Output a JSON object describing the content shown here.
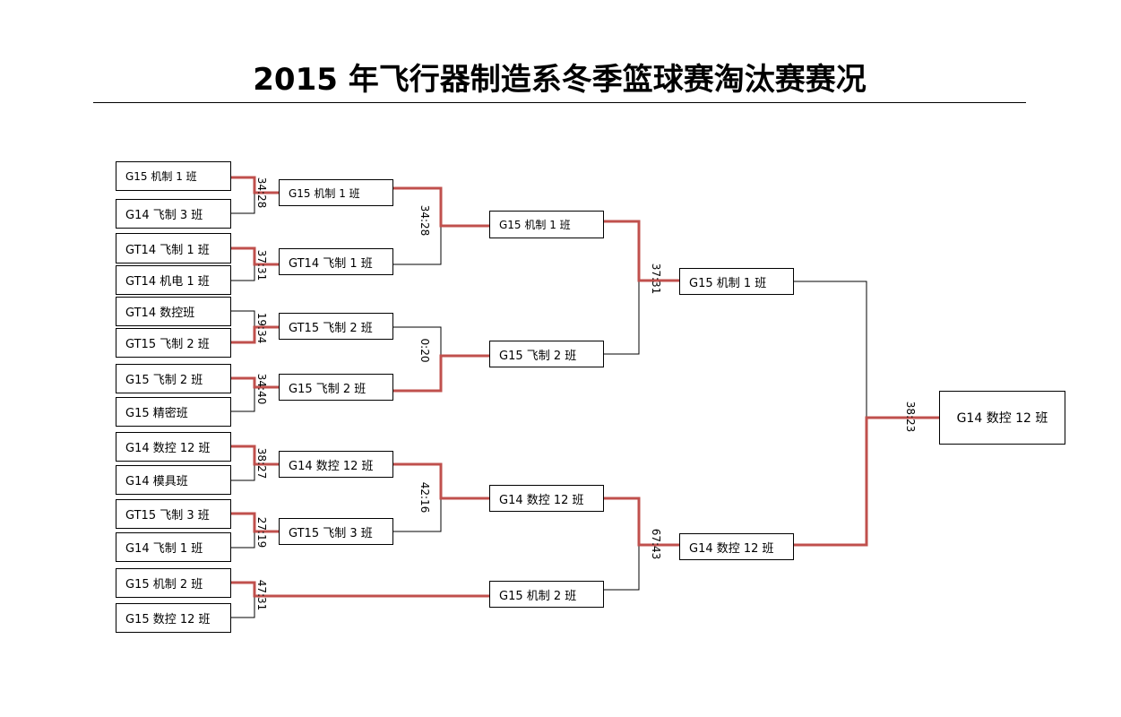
{
  "title": "2015 年飞行器制造系冬季篮球赛淘汰赛赛况",
  "colors": {
    "winner_path": "#c0504d",
    "line": "#000000"
  },
  "round1": [
    {
      "top": "G15 机制 1 班",
      "bottom": "G14 飞制 3 班",
      "score": "34:28",
      "winner": "top"
    },
    {
      "top": "GT14 飞制 1 班",
      "bottom": "GT14 机电 1 班",
      "score": "37:31",
      "winner": "top"
    },
    {
      "top": "GT14 数控班",
      "bottom": "GT15 飞制 2 班",
      "score": "19:34",
      "winner": "bottom"
    },
    {
      "top": "G15 飞制 2 班",
      "bottom": "G15 精密班",
      "score": "34:40",
      "winner": "top"
    },
    {
      "top": "G14 数控 12 班",
      "bottom": "G14 模具班",
      "score": "38:27",
      "winner": "top"
    },
    {
      "top": "GT15 飞制 3 班",
      "bottom": "G14 飞制 1 班",
      "score": "27:19",
      "winner": "top"
    },
    {
      "top": "G15 机制 2 班",
      "bottom": "G15 数控 12 班",
      "score": "47:31",
      "winner": "top"
    }
  ],
  "round2": [
    {
      "team": "G15 机制 1 班"
    },
    {
      "team": "GT14 飞制 1 班"
    },
    {
      "team": "GT15 飞制 2 班"
    },
    {
      "team": "G15 飞制 2 班"
    },
    {
      "team": "G14 数控 12 班"
    },
    {
      "team": "GT15 飞制 3 班"
    }
  ],
  "round2_scores": [
    "34:28",
    "0:20",
    "42:16"
  ],
  "round3": [
    {
      "team": "G15 机制 1 班"
    },
    {
      "team": "G15 飞制 2 班"
    },
    {
      "team": "G14 数控 12 班"
    },
    {
      "team": "G15 机制 2 班"
    }
  ],
  "semi_scores": [
    "37:31",
    "67:43"
  ],
  "semis": [
    {
      "team": "G15 机制 1 班"
    },
    {
      "team": "G14 数控 12 班"
    }
  ],
  "final_score": "38:23",
  "champion": "G14 数控 12 班"
}
